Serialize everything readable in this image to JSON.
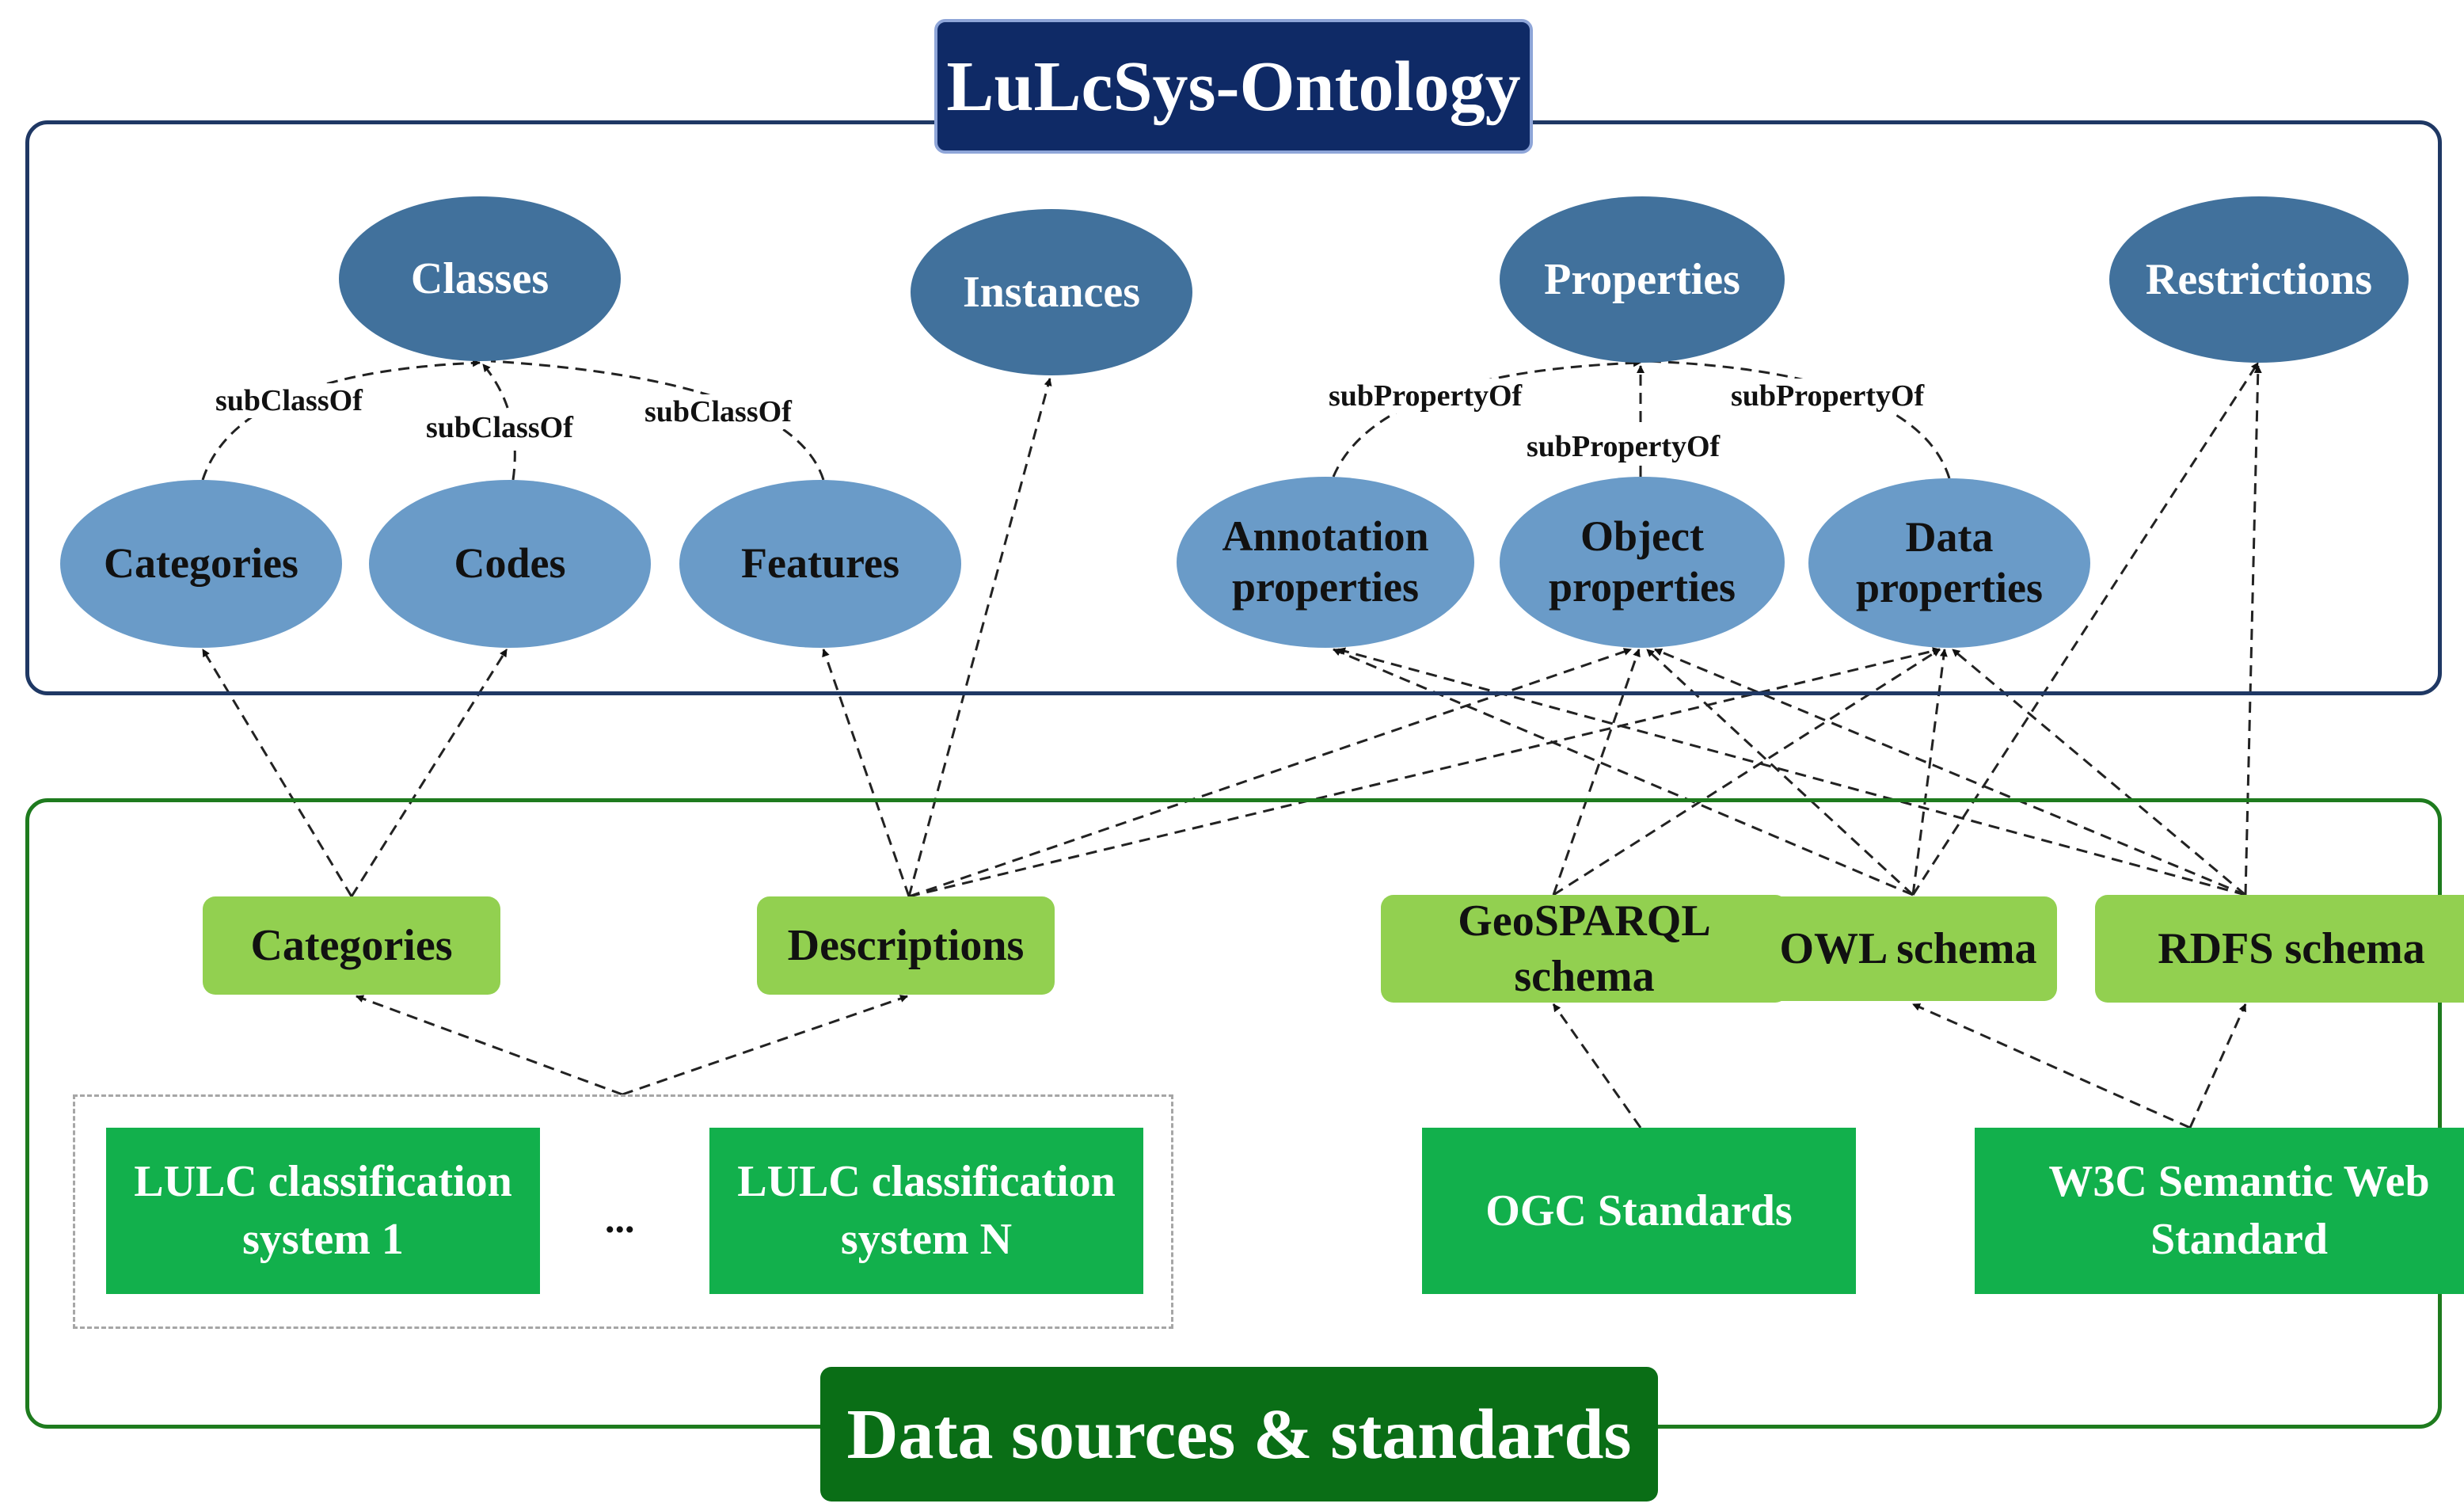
{
  "ontology": {
    "title": "LuLcSys-Ontology",
    "classes": "Classes",
    "instances": "Instances",
    "properties": "Properties",
    "restrictions": "Restrictions",
    "categories": "Categories",
    "codes": "Codes",
    "features": "Features",
    "annotation_properties": "Annotation properties",
    "object_properties": "Object properties",
    "data_properties": "Data properties",
    "relations": {
      "subclass_1": "subClassOf",
      "subclass_2": "subClassOf",
      "subclass_3": "subClassOf",
      "subproperty_1": "subPropertyOf",
      "subproperty_2": "subPropertyOf",
      "subproperty_3": "subPropertyOf"
    }
  },
  "sources": {
    "title": "Data sources & standards",
    "categories": "Categories",
    "descriptions": "Descriptions",
    "geosparql_schema": "GeoSPARQL schema",
    "owl_schema": "OWL schema",
    "rdfs_schema": "RDFS schema",
    "lulc_system_1": "LULC classification system 1",
    "ellipsis": "...",
    "lulc_system_n": "LULC classification system N",
    "ogc_standards": "OGC Standards",
    "w3c_standard": "W3C Semantic Web Standard"
  },
  "colors": {
    "ontology_border": "#1f3864",
    "ontology_title_bg": "#0f2a66",
    "ellipse_dark": "#41719c",
    "ellipse_light": "#6a9bc8",
    "sources_border": "#1e7b1e",
    "sources_title_bg": "#0a6e16",
    "schema_box": "#92d050",
    "source_box": "#12b04c"
  }
}
